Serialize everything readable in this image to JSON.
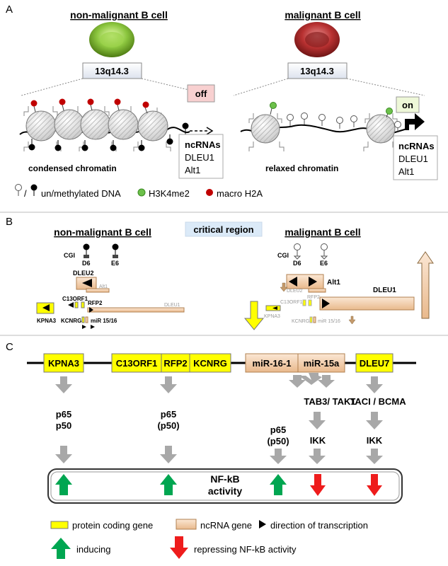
{
  "panelA": {
    "letter": "A",
    "left_title": "non-malignant B cell",
    "right_title": "malignant B cell",
    "left_locus": "13q14.3",
    "right_locus": "13q14.3",
    "off_label": "off",
    "on_label": "on",
    "left_chromatin": "condensed chromatin",
    "right_chromatin": "relaxed chromatin",
    "left_box": [
      "ncRNAs",
      "DLEU1",
      "Alt1"
    ],
    "right_box": [
      "ncRNAs",
      "DLEU1",
      "Alt1"
    ],
    "legend": {
      "slash": "/",
      "methyl": "un/methylated DNA",
      "h3k4": "H3K4me2",
      "macro": "macro H2A"
    },
    "colors": {
      "green_cell": "#8cc63f",
      "red_cell": "#c0392b",
      "off_bg": "#f8d0d0",
      "on_bg": "#eef8d8"
    }
  },
  "panelB": {
    "letter": "B",
    "left_title": "non-malignant B cell",
    "center_title": "critical region",
    "right_title": "malignant B cell",
    "left": {
      "cgi": "CGI",
      "d6": "D6",
      "e6": "E6",
      "dleu2": "DLEU2",
      "alt1": "Alt1",
      "c13": "C13ORF1",
      "rfp2": "RFP2",
      "kpna3": "KPNA3",
      "kcnrg": "KCNRG",
      "dleu1": "DLEU1",
      "mir": "miR 15/16"
    },
    "right": {
      "cgi": "CGI",
      "d6": "D6",
      "e6": "E6",
      "dleu2": "DLEU2",
      "alt1": "Alt1",
      "c13": "C13ORF1",
      "rfp2": "RFP2",
      "kpna3": "KPNA3",
      "kcnrg": "KCNRG",
      "dleu1": "DLEU1",
      "mir": "miR 15/16"
    }
  },
  "panelC": {
    "letter": "C",
    "genes": [
      "KPNA3",
      "C13ORF1",
      "RFP2",
      "KCNRG",
      "miR-16-1",
      "miR-15a",
      "DLEU7"
    ],
    "targets": {
      "kpna3": [
        "p65",
        "p50"
      ],
      "rfp2": [
        "p65",
        "(p50)"
      ],
      "mir": [
        "p65",
        "(p50)"
      ],
      "tab": "TAB3/ TAK1",
      "taci": "TACI / BCMA",
      "ikk1": "IKK",
      "ikk2": "IKK"
    },
    "nfkb": [
      "NF-kB",
      "activity"
    ],
    "legend": {
      "protein": "protein coding gene",
      "ncrna": "ncRNA gene",
      "direction": "direction of transcription",
      "inducing": "inducing",
      "repressing": "repressing NF-kB activity"
    },
    "colors": {
      "protein": "#ffff00",
      "ncrna": "#f6d2b0",
      "up": "#00a651",
      "down": "#ee1c1c"
    }
  }
}
